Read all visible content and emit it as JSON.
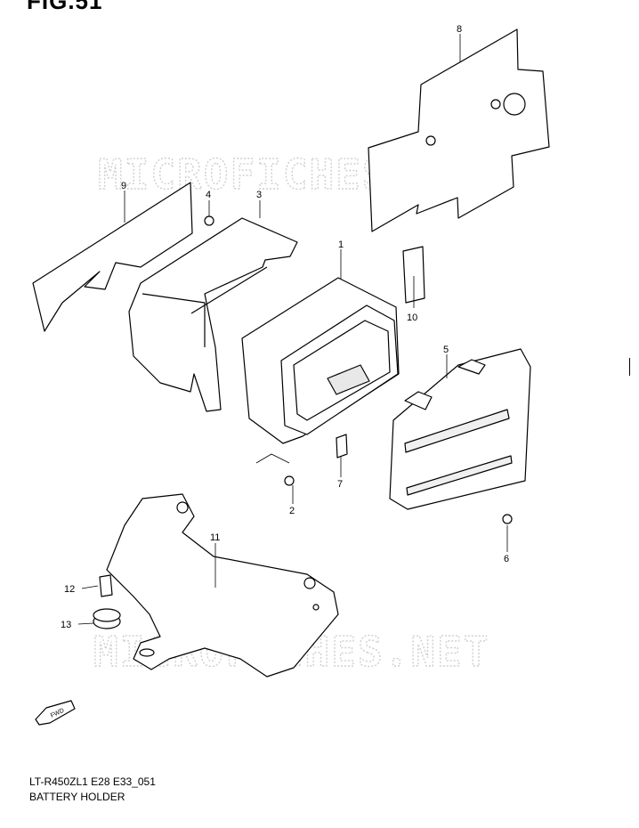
{
  "figure_title": "FIG.51",
  "watermark": "MICROFICHES.NET",
  "callouts": [
    "1",
    "2",
    "3",
    "4",
    "5",
    "6",
    "7",
    "8",
    "9",
    "10",
    "11",
    "12",
    "13"
  ],
  "fwd_label": "FWD",
  "model_code": "LT-R450ZL1 E28 E33_051",
  "subtitle": "BATTERY HOLDER"
}
